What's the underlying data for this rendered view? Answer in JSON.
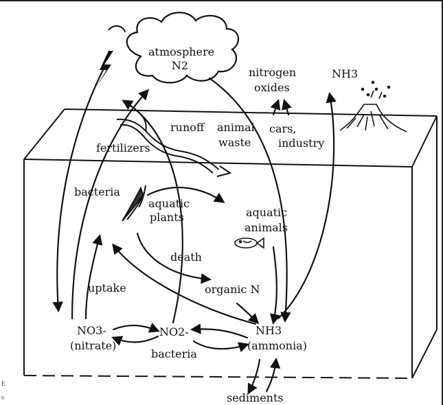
{
  "diagram": {
    "labels": {
      "atmosphere": "atmosphere",
      "n2": "N2",
      "nitrogen": "nitrogen",
      "oxides": "oxides",
      "nh3_top": "NH3",
      "runoff": "runoff",
      "animal": "animal",
      "waste": "waste",
      "fertilizers": "fertilizers",
      "cars": "cars,",
      "industry": "industry",
      "bacteria_left": "bacteria",
      "aquatic_plants_1": "aquatic",
      "aquatic_plants_2": "plants",
      "aquatic_animals_1": "aquatic",
      "aquatic_animals_2": "animals",
      "death": "death",
      "uptake": "uptake",
      "organic_n": "organic N",
      "no3": "NO3-",
      "nitrate": "(nitrate)",
      "no2": "NO2-",
      "nh3": "NH3",
      "ammonia": "(ammonia)",
      "bacteria_bottom": "bacteria",
      "sediments": "sediments"
    },
    "edge_fragments": {
      "f1": "E",
      "f2": "v"
    }
  }
}
